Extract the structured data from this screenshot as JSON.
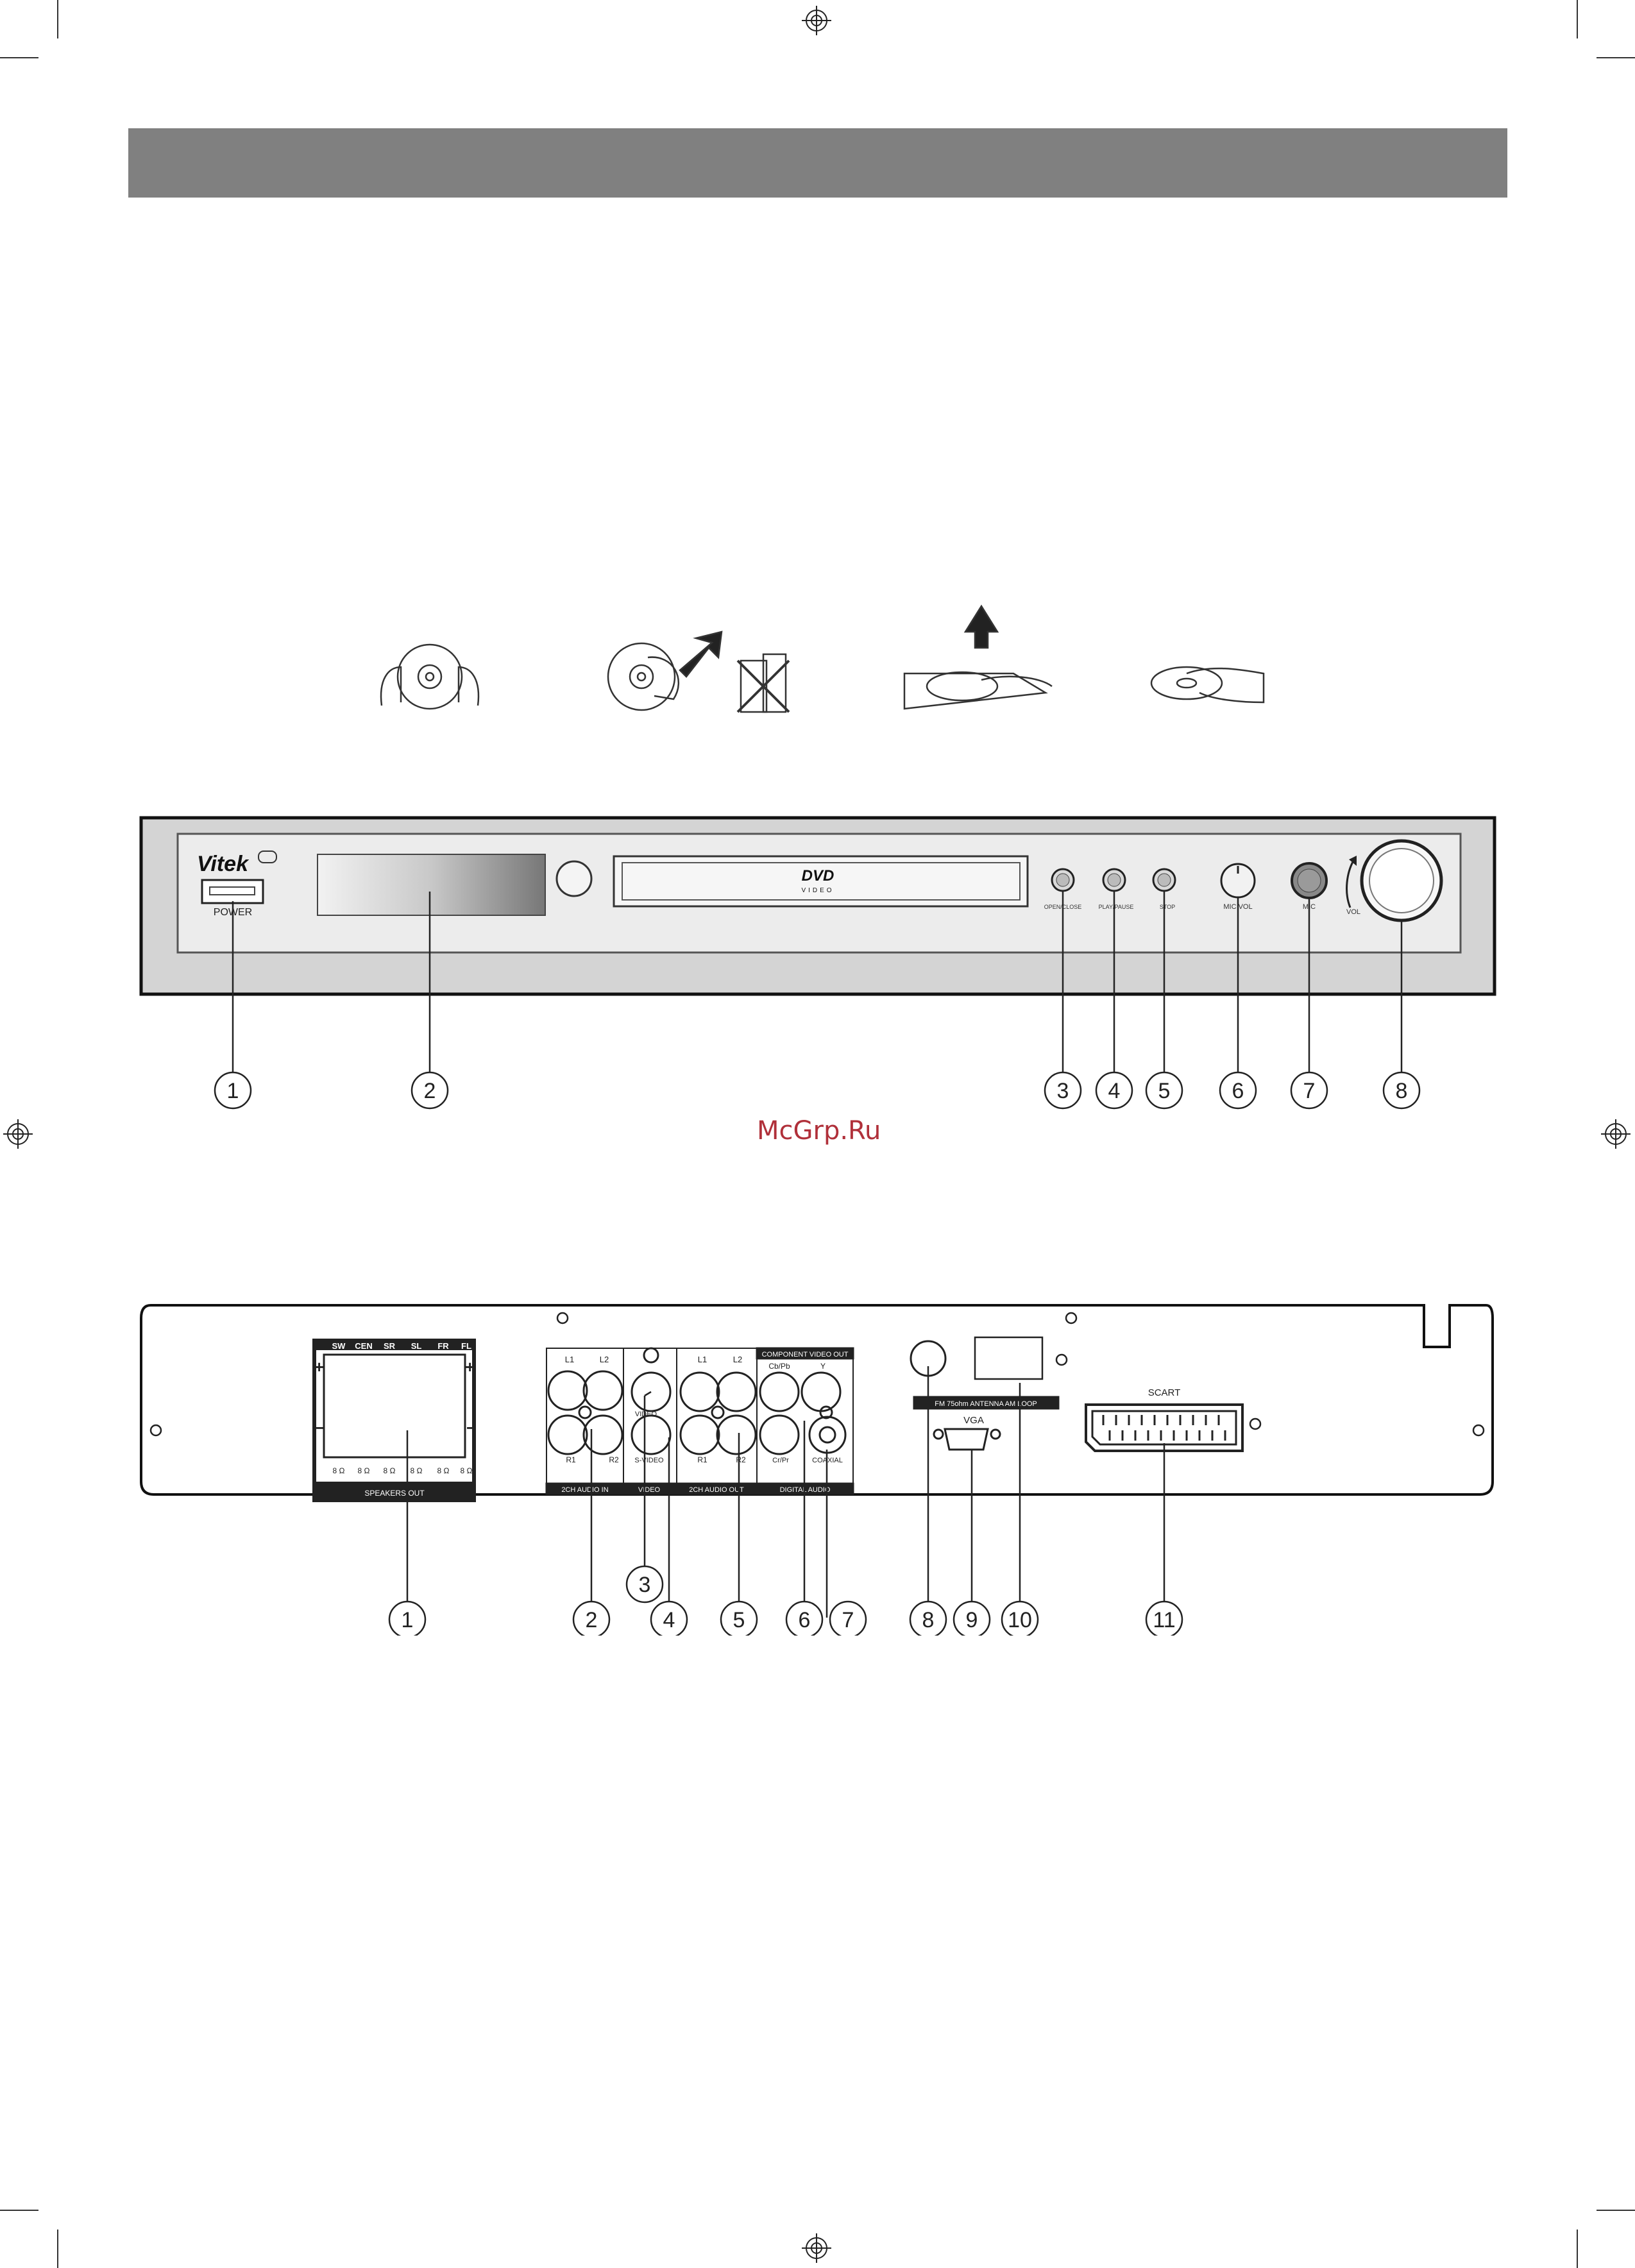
{
  "watermark": "McGrp.Ru",
  "front_panel": {
    "brand": "Vitek",
    "power_label": "POWER",
    "dvd_logo": "DVD",
    "dvd_sub": "VIDEO",
    "btn_open": "OPEN/CLOSE",
    "btn_play": "PLAY/PAUSE",
    "btn_stop": "STOP",
    "knob_mic_vol": "MIC VOL",
    "mic_label": "MIC",
    "vol_label": "VOL",
    "callouts": [
      "1",
      "2",
      "3",
      "4",
      "5",
      "6",
      "7",
      "8"
    ]
  },
  "rear_panel": {
    "speakers": {
      "channels": [
        "SW",
        "CEN",
        "SR",
        "SL",
        "FR",
        "FL"
      ],
      "ohms": [
        "8 Ω",
        "8 Ω",
        "8 Ω",
        "8 Ω",
        "8 Ω",
        "8 Ω"
      ],
      "footer": "SPEAKERS OUT"
    },
    "audio_in": {
      "l1": "L1",
      "l2": "L2",
      "r1": "R1",
      "r2": "R2",
      "footer": "2CH AUDIO IN"
    },
    "video": {
      "video": "VIDEO",
      "svideo": "S-VIDEO",
      "footer": "VIDEO"
    },
    "audio_out": {
      "l1": "L1",
      "l2": "L2",
      "r1": "R1",
      "r2": "R2",
      "footer": "2CH AUDIO OUT"
    },
    "component": {
      "header": "COMPONENT VIDEO OUT",
      "cb": "Cb/Pb",
      "y": "Y",
      "cr": "Cr/Pr",
      "coaxial": "COAXIAL",
      "footer": "DIGITAL AUDIO"
    },
    "antenna": "FM 75ohm  ANTENNA  AM LOOP",
    "vga": "VGA",
    "scart": "SCART",
    "callouts": [
      "1",
      "2",
      "3",
      "4",
      "5",
      "6",
      "7",
      "8",
      "9",
      "10",
      "11"
    ]
  }
}
